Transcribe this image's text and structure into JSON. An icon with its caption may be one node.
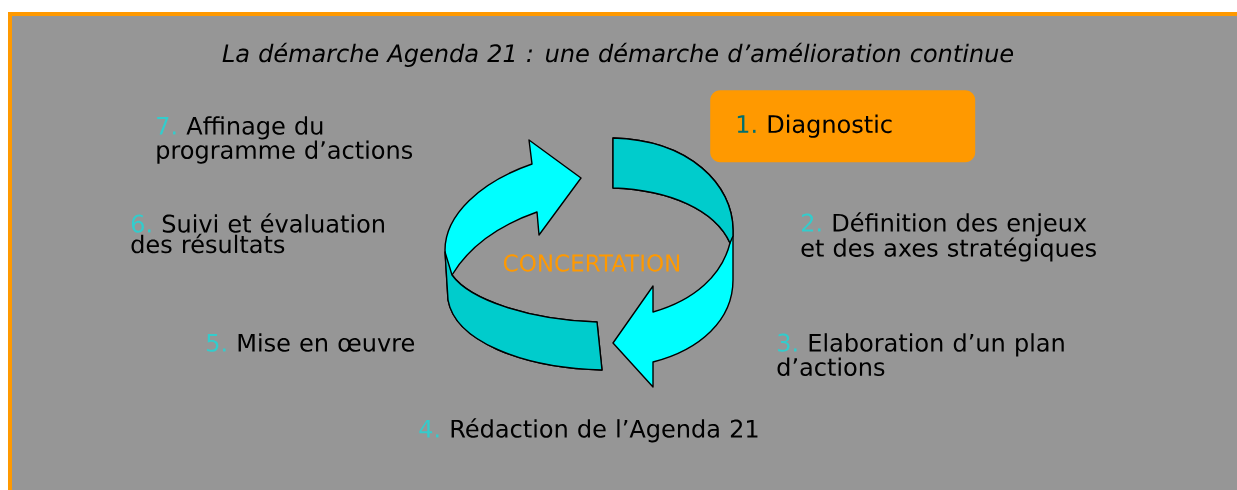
{
  "diagram": {
    "title": "La démarche Agenda 21 : une démarche d’amélioration continue",
    "nodes": [
      {
        "text": [
          "1.",
          "Diagnostic"
        ]
      }
    ],
    "labels": [
      "2.",
      "Définition des enjeux et des axes stratégiques",
      "3.",
      "Elaboration d’un plan d’actions",
      "4.",
      "Rédaction de l’Agenda 21",
      "5.",
      "Mise en œuvre",
      "6.",
      "Suivi et évaluation des résultats",
      "7.",
      "Affinage du programme d’actions",
      "CONCERTATION"
    ]
  }
}
